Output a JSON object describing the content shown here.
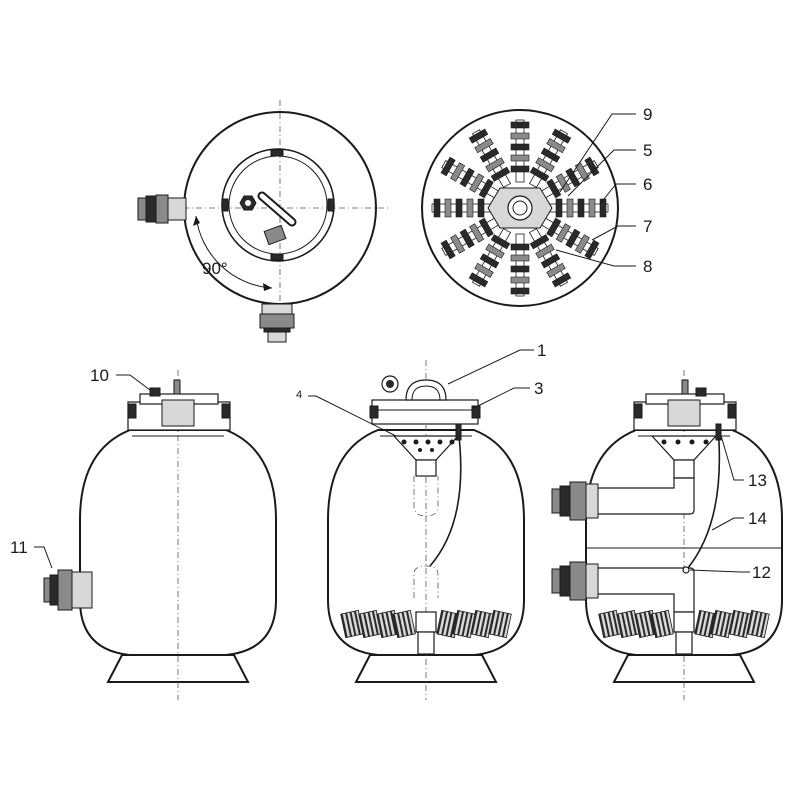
{
  "angle_label": "90°",
  "callouts": {
    "c1": "1",
    "c3": "3",
    "c4": "4",
    "c5": "5",
    "c6": "6",
    "c7": "7",
    "c8": "8",
    "c9": "9",
    "c10": "10",
    "c11": "11",
    "c12": "12",
    "c13": "13",
    "c14": "14"
  }
}
